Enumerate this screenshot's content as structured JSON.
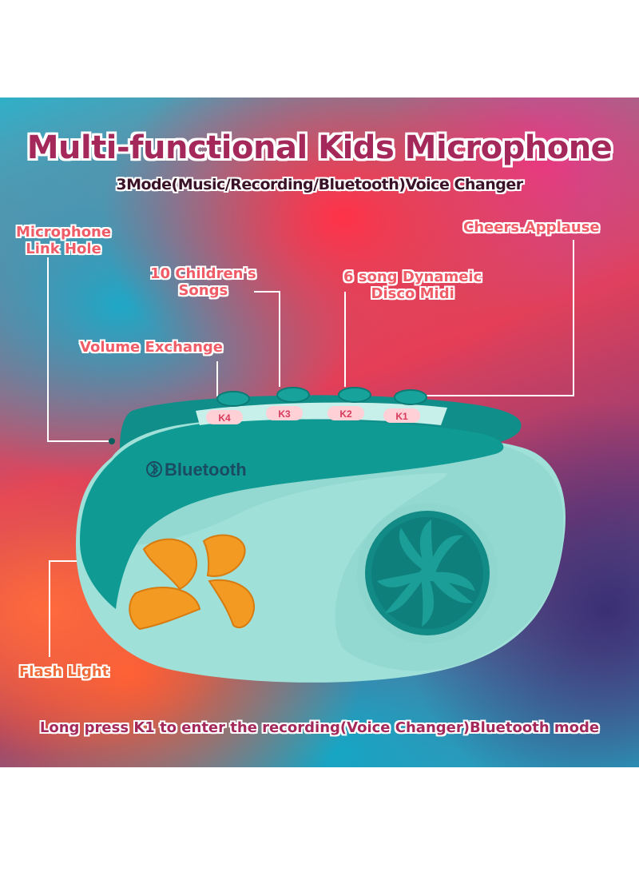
{
  "title": "Multi-functional Kids Microphone",
  "subtitle": "3Mode(Music/Recording/Bluetooth)Voice Changer",
  "callouts": {
    "link_hole": [
      "Microphone",
      "Link Hole"
    ],
    "children_songs": [
      "10 Children's",
      "Songs"
    ],
    "disco_midi": [
      "6 song Dynameic",
      "Disco Midi"
    ],
    "cheers": "Cheers.Applause",
    "volume": "Volume Exchange",
    "flash_light": "Flash Light"
  },
  "keys": [
    "K4",
    "K3",
    "K2",
    "K1"
  ],
  "device": {
    "bluetooth_label": "Bluetooth",
    "bluetooth_icon": "bluetooth-icon",
    "colors": {
      "shell": "#9fe0d8",
      "accent": "#0f8e8a",
      "speaker": "#128a86",
      "light": "#f39a22",
      "key_label_bg": "#ffd0d6"
    }
  },
  "bottom_note": "Long press K1 to enter the recording(Voice Changer)Bluetooth mode"
}
